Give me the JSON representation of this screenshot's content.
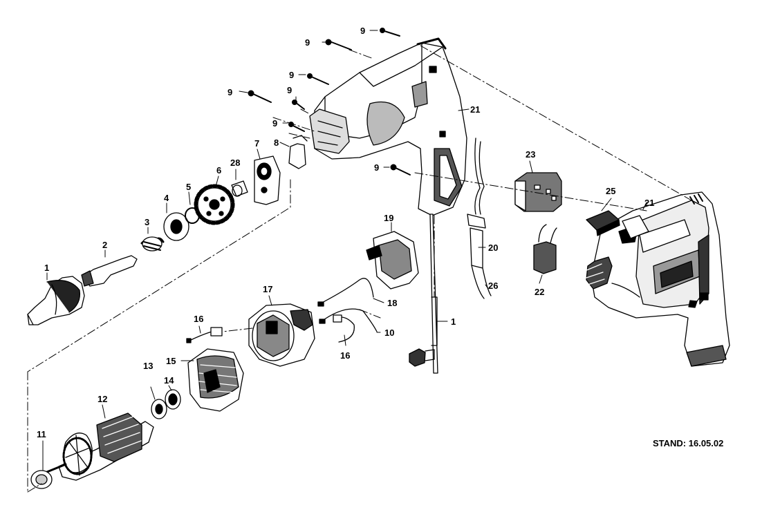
{
  "stand": "STAND: 16.05.02",
  "part_labels": {
    "chuck": "1",
    "spindle": "2",
    "spring": "3",
    "bearing": "4",
    "circlip": "5",
    "gear": "6",
    "gear_cover": "7",
    "clip": "8",
    "screw": "9",
    "lead_right": "10",
    "fan_cap": "11",
    "armature": "12",
    "bearing_a": "13",
    "bearing_b": "14",
    "field": "15",
    "brush": "16",
    "motor_housing": "17",
    "lead_top": "18",
    "brush_holder": "19",
    "cable_sleeve": "20",
    "housing_half": "21",
    "capacitor": "22",
    "switch": "23",
    "switch_button": "25",
    "cable": "26",
    "bushing": "28"
  }
}
